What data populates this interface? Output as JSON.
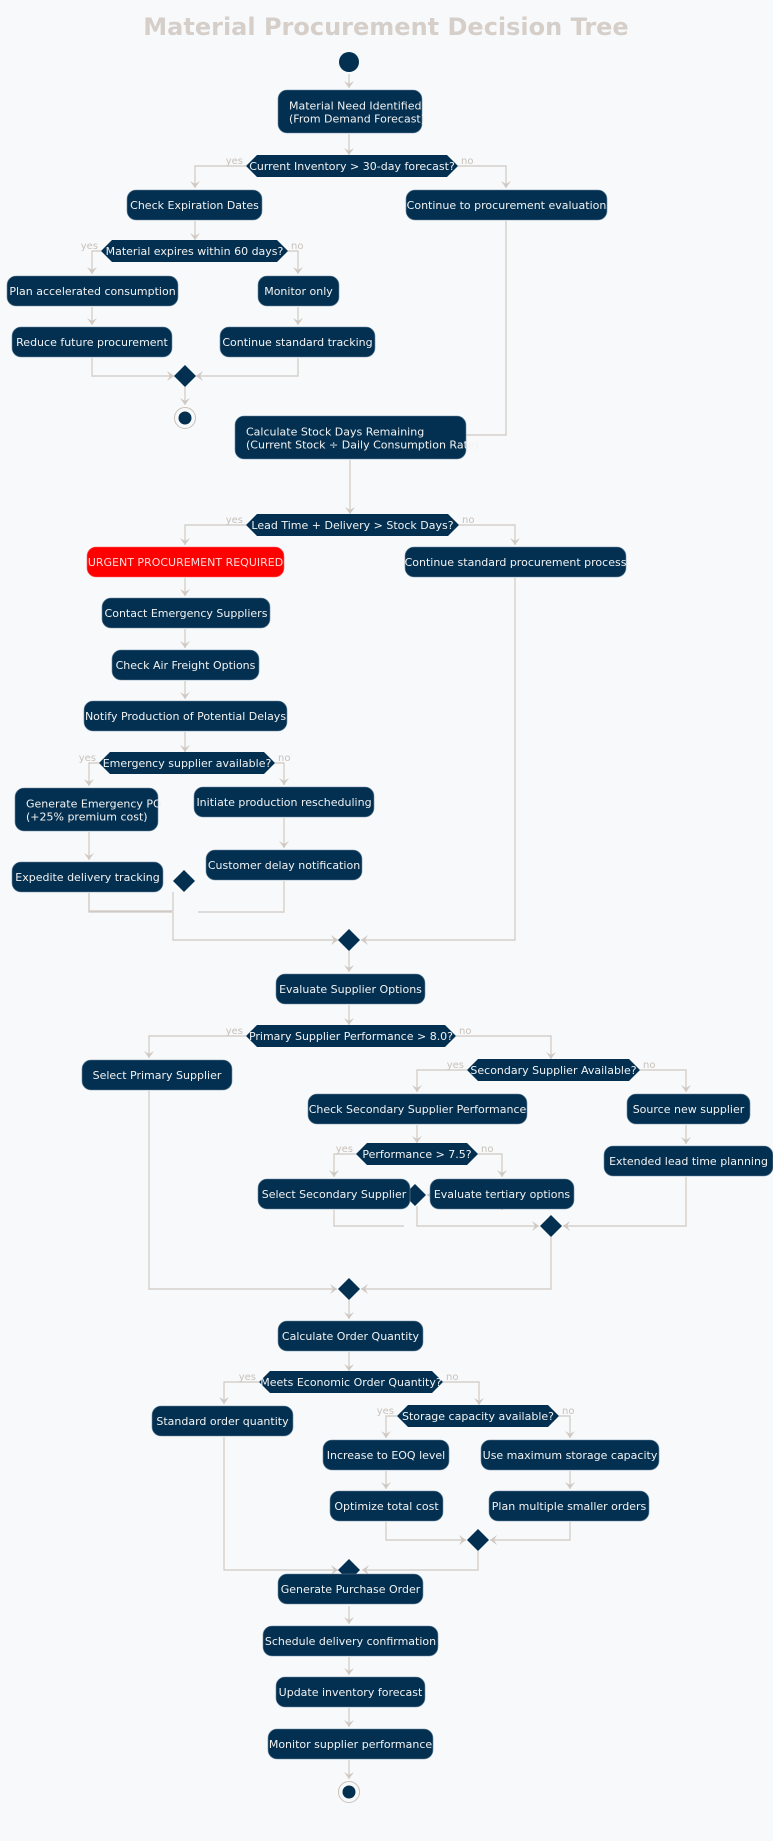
{
  "title": "Material Procurement Decision Tree",
  "labels": {
    "yes": "yes",
    "no": "no"
  },
  "colors": {
    "node": "#033050",
    "urgent": "#ff0000",
    "edge": "#d0c8c1",
    "background": "#f7f9fb"
  },
  "nodes": {
    "n1": [
      "Material Need Identified",
      "(From Demand Forecast)"
    ],
    "n2": [
      "Check Expiration Dates"
    ],
    "n3": [
      "Continue to procurement evaluation"
    ],
    "n4": [
      "Plan accelerated consumption"
    ],
    "n5": [
      "Reduce future procurement"
    ],
    "n6": [
      "Monitor only"
    ],
    "n7": [
      "Continue standard tracking"
    ],
    "n8": [
      "Calculate Stock Days Remaining",
      "(Current Stock ÷ Daily Consumption Rate)"
    ],
    "n9": [
      "URGENT PROCUREMENT REQUIRED"
    ],
    "n10": [
      "Continue standard procurement process"
    ],
    "n11": [
      "Contact Emergency Suppliers"
    ],
    "n12": [
      "Check Air Freight Options"
    ],
    "n13": [
      "Notify Production of Potential Delays"
    ],
    "n14": [
      "Generate Emergency PO",
      "(+25% premium cost)"
    ],
    "n15": [
      "Expedite delivery tracking"
    ],
    "n16": [
      "Initiate production rescheduling"
    ],
    "n17": [
      "Customer delay notification"
    ],
    "n18": [
      "Evaluate Supplier Options"
    ],
    "n19": [
      "Select Primary Supplier"
    ],
    "n20": [
      "Check Secondary Supplier Performance"
    ],
    "n21": [
      "Source new supplier"
    ],
    "n22": [
      "Extended lead time planning"
    ],
    "n23": [
      "Select Secondary Supplier"
    ],
    "n24": [
      "Evaluate tertiary options"
    ],
    "n25": [
      "Calculate Order Quantity"
    ],
    "n26": [
      "Standard order quantity"
    ],
    "n27": [
      "Increase to EOQ level"
    ],
    "n28": [
      "Optimize total cost"
    ],
    "n29": [
      "Use maximum storage capacity"
    ],
    "n30": [
      "Plan multiple smaller orders"
    ],
    "n31": [
      "Generate Purchase Order"
    ],
    "n32": [
      "Schedule delivery confirmation"
    ],
    "n33": [
      "Update inventory forecast"
    ],
    "n34": [
      "Monitor supplier performance"
    ]
  },
  "decisions": {
    "d1": "Current Inventory > 30-day forecast?",
    "d2": "Material expires within 60 days?",
    "d3": "Lead Time + Delivery > Stock Days?",
    "d4": "Emergency supplier available?",
    "d5": "Primary Supplier Performance > 8.0?",
    "d6": "Secondary Supplier Available?",
    "d7": "Performance > 7.5?",
    "d8": "Meets Economic Order Quantity?",
    "d9": "Storage capacity available?"
  }
}
